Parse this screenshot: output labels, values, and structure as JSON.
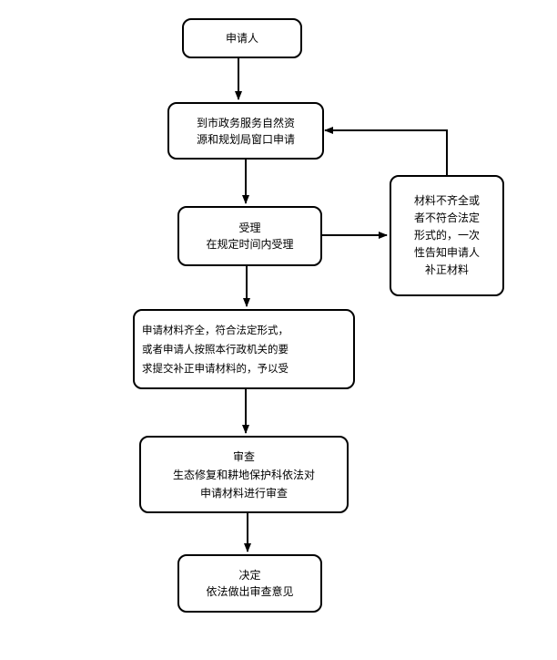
{
  "flowchart": {
    "nodes": {
      "applicant": {
        "lines": [
          "申请人"
        ]
      },
      "window_apply": {
        "lines": [
          "到市政务服务自然资",
          "源和规划局窗口申请"
        ]
      },
      "accept": {
        "lines": [
          "受理",
          "在规定时间内受理"
        ]
      },
      "supplement": {
        "lines": [
          "材料不齐全或",
          "者不符合法定",
          "形式的，一次",
          "性告知申请人",
          "补正材料"
        ]
      },
      "complete": {
        "lines": [
          "申请材料齐全，符合法定形式，",
          "或者申请人按照本行政机关的要",
          "求提交补正申请材料的，予以受"
        ]
      },
      "review": {
        "lines": [
          "审查",
          "生态修复和耕地保护科依法对",
          "申请材料进行审查"
        ]
      },
      "decision": {
        "lines": [
          "决定",
          "依法做出审查意见"
        ]
      }
    },
    "edges": [
      {
        "from": "applicant",
        "to": "window_apply"
      },
      {
        "from": "window_apply",
        "to": "accept"
      },
      {
        "from": "accept",
        "to": "supplement"
      },
      {
        "from": "supplement",
        "to": "window_apply"
      },
      {
        "from": "accept",
        "to": "complete"
      },
      {
        "from": "complete",
        "to": "review"
      },
      {
        "from": "review",
        "to": "decision"
      }
    ]
  }
}
